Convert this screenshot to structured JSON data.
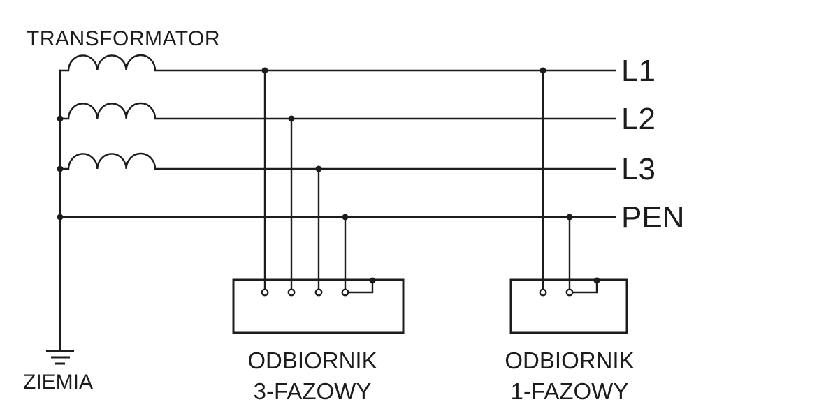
{
  "title": "TRANSFORMATOR",
  "ground": {
    "label": "ZIEMIA"
  },
  "lines": [
    {
      "label": "L1"
    },
    {
      "label": "L2"
    },
    {
      "label": "L3"
    },
    {
      "label": "PEN"
    }
  ],
  "loads": [
    {
      "name": "ODBIORNIK",
      "type": "3-FAZOWY"
    },
    {
      "name": "ODBIORNIK",
      "type": "1-FAZOWY"
    }
  ],
  "colors": {
    "wire": "#1c1c1c",
    "background": "#ffffff"
  }
}
